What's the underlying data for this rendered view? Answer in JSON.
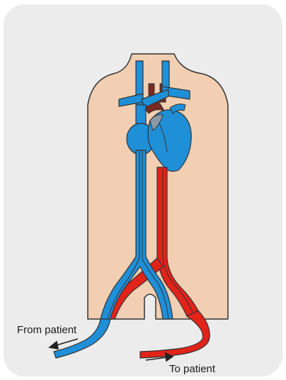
{
  "labels": {
    "from_patient": "From patient",
    "to_patient": "To patient"
  },
  "colors": {
    "panel_background": "#ececec",
    "skin": "#f2cfb2",
    "outline": "#333333",
    "venous_blue": "#1f8fd8",
    "arterial_red": "#e2231a",
    "pulmonary_dark_red": "#7a2a22",
    "arrow": "#222222"
  },
  "icons": {
    "from_patient_arrow": "arrow-left",
    "to_patient_arrow": "arrow-right"
  }
}
